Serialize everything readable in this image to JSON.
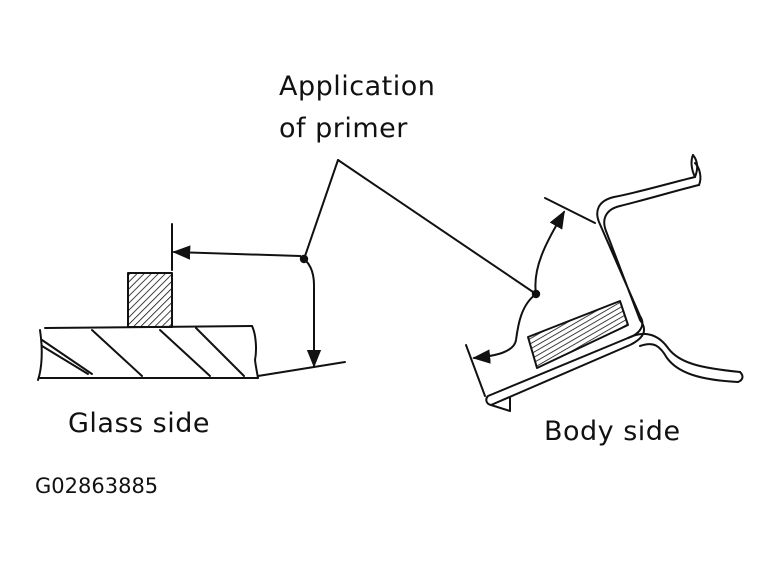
{
  "callout": {
    "line1": "Application",
    "line2": "of primer"
  },
  "glass_side": {
    "label": "Glass side"
  },
  "body_side": {
    "label": "Body side"
  },
  "figure_code": "G02863885",
  "colors": {
    "ink": "#111111",
    "background": "#ffffff"
  }
}
